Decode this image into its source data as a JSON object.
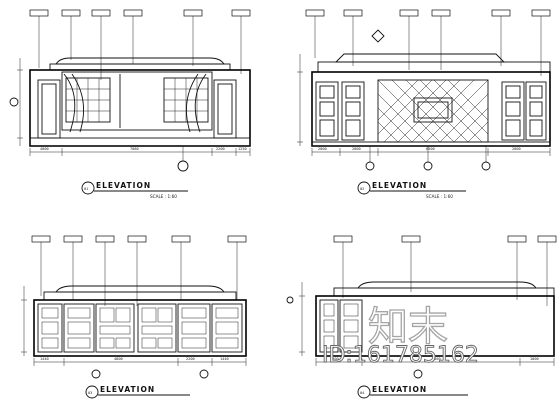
{
  "watermark": {
    "brand": "知末",
    "id_text": "ID:161785162"
  },
  "panels": [
    {
      "key": "A",
      "title": "ELEVATION",
      "scale": "SCALE : 1:60",
      "number": "01",
      "dims": [
        "4000",
        "7080",
        "2200",
        "1250"
      ]
    },
    {
      "key": "B",
      "title": "ELEVATION",
      "scale": "SCALE : 1:60",
      "number": "02",
      "dims": [
        "2000",
        "2000",
        "6500",
        "2000"
      ]
    },
    {
      "key": "C",
      "title": "ELEVATION",
      "scale": "",
      "number": "03",
      "dims": [
        "1440",
        "4800",
        "2200",
        "1440"
      ]
    },
    {
      "key": "D",
      "title": "ELEVATION",
      "scale": "",
      "number": "04",
      "dims": [
        "1200",
        "3860",
        "1000"
      ]
    }
  ]
}
